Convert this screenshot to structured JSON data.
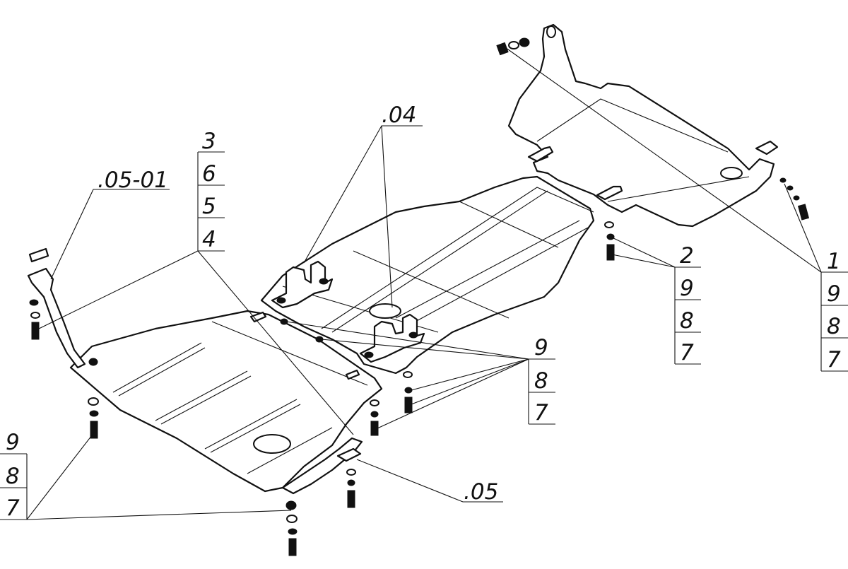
{
  "callouts": {
    "front_bracket": ".05-01",
    "stack_left_top": [
      "3",
      "6",
      "5",
      "4"
    ],
    "center_clamps": ".04",
    "side_bracket": ".05",
    "stack_right_top": [
      "1",
      "9",
      "8",
      "7"
    ],
    "stack_right_mid": [
      "2",
      "9",
      "8",
      "7"
    ],
    "stack_center": [
      "9",
      "8",
      "7"
    ],
    "stack_bottom_left": [
      "9",
      "8",
      "7"
    ]
  },
  "colors": {
    "line": "#111111",
    "background": "#ffffff"
  }
}
